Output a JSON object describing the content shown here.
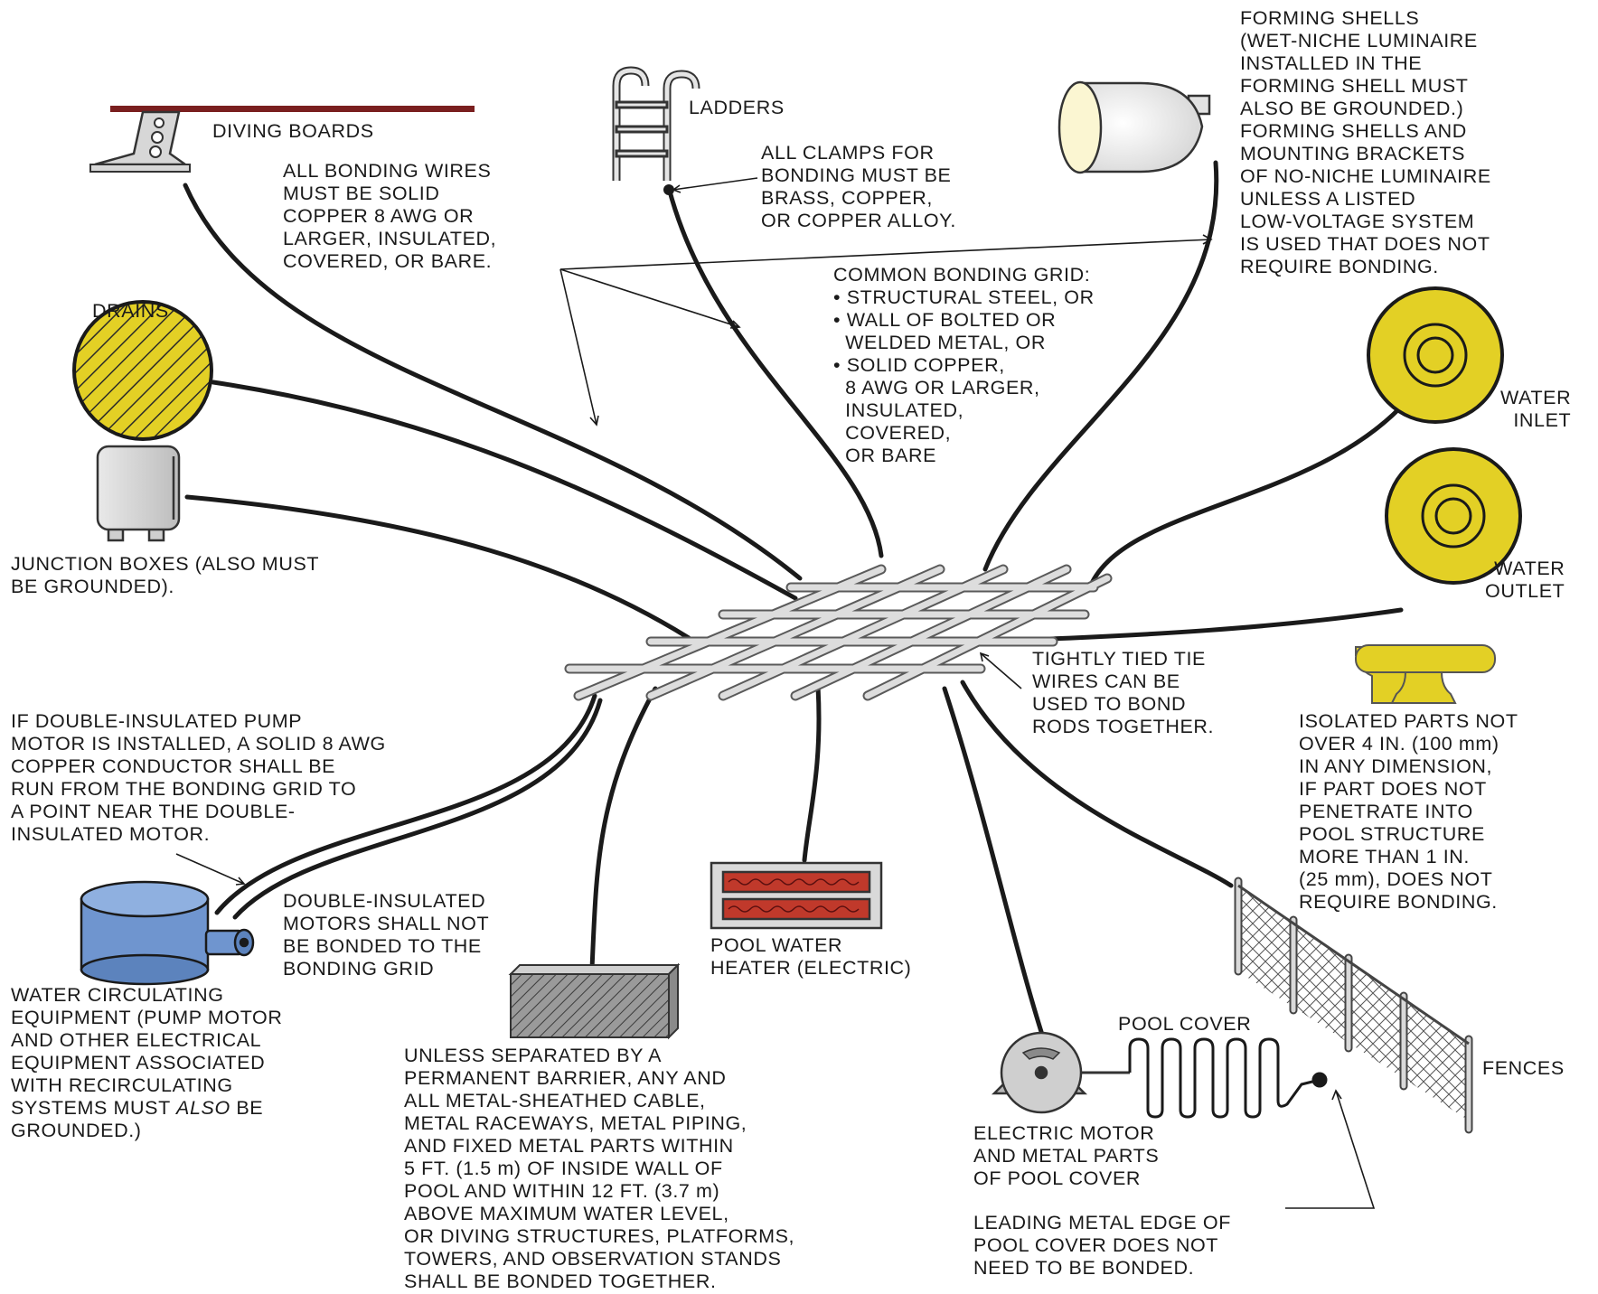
{
  "labels": {
    "diving_boards": [
      "DIVING BOARDS"
    ],
    "ladders": [
      "LADDERS"
    ],
    "forming_shells": [
      "FORMING SHELLS",
      "(WET-NICHE LUMINAIRE",
      "INSTALLED IN THE",
      "FORMING SHELL MUST",
      "ALSO BE GROUNDED.)",
      "FORMING SHELLS AND",
      "MOUNTING BRACKETS",
      "OF NO-NICHE LUMINAIRE",
      "UNLESS A LISTED",
      "LOW-VOLTAGE SYSTEM",
      "IS USED THAT DOES NOT",
      "REQUIRE BONDING."
    ],
    "bonding_wires": [
      "ALL BONDING WIRES",
      "MUST BE SOLID",
      "COPPER 8 AWG OR",
      "LARGER, INSULATED,",
      "COVERED, OR BARE."
    ],
    "clamps": [
      "ALL CLAMPS FOR",
      "BONDING MUST BE",
      "BRASS, COPPER,",
      "OR COPPER ALLOY."
    ],
    "common_grid": [
      "COMMON BONDING GRID:",
      "• STRUCTURAL STEEL, OR",
      "• WALL OF BOLTED OR",
      "  WELDED METAL, OR",
      "• SOLID COPPER,",
      "  8 AWG OR LARGER,",
      "  INSULATED,",
      "  COVERED,",
      "  OR BARE"
    ],
    "drains": [
      "DRAINS"
    ],
    "junction_boxes": [
      "JUNCTION BOXES (ALSO MUST",
      "BE GROUNDED)."
    ],
    "water_inlet": [
      "WATER",
      "INLET"
    ],
    "water_outlet": [
      "WATER",
      "OUTLET"
    ],
    "tie_wires": [
      "TIGHTLY TIED TIE",
      "WIRES CAN BE",
      "USED TO BOND",
      "RODS TOGETHER."
    ],
    "isolated_parts": [
      "ISOLATED PARTS NOT",
      "OVER 4 IN. (100 mm)",
      "IN ANY DIMENSION,",
      "IF PART DOES NOT",
      "PENETRATE INTO",
      "POOL STRUCTURE",
      "MORE THAN 1 IN.",
      "(25 mm), DOES NOT",
      "REQUIRE BONDING."
    ],
    "double_insulated_pump": [
      "IF DOUBLE-INSULATED PUMP",
      "MOTOR IS INSTALLED, A SOLID 8 AWG",
      "COPPER CONDUCTOR SHALL BE",
      "RUN FROM THE BONDING GRID TO",
      "A POINT NEAR THE DOUBLE-",
      "INSULATED MOTOR."
    ],
    "double_insulated_motors": [
      "DOUBLE-INSULATED",
      "MOTORS SHALL NOT",
      "BE BONDED TO THE",
      "BONDING GRID"
    ],
    "water_circulating": [
      "WATER CIRCULATING",
      "EQUIPMENT (PUMP MOTOR",
      "AND OTHER ELECTRICAL",
      "EQUIPMENT ASSOCIATED",
      "WITH RECIRCULATING"
    ],
    "water_circulating_tail": {
      "pre": "SYSTEMS MUST ",
      "em": "ALSO",
      "post": " BE",
      "last": "GROUNDED.)"
    },
    "pool_heater": [
      "POOL WATER",
      "HEATER (ELECTRIC)"
    ],
    "pool_cover": [
      "POOL COVER"
    ],
    "fences": [
      "FENCES"
    ],
    "unless_separated": [
      "UNLESS SEPARATED BY A",
      "PERMANENT BARRIER, ANY AND",
      "ALL METAL-SHEATHED CABLE,",
      "METAL RACEWAYS, METAL PIPING,",
      "AND FIXED METAL PARTS WITHIN",
      "5 FT. (1.5 m) OF INSIDE WALL OF",
      "POOL AND WITHIN 12 FT. (3.7 m)",
      "ABOVE MAXIMUM WATER LEVEL,",
      "OR DIVING STRUCTURES, PLATFORMS,",
      "TOWERS, AND OBSERVATION STANDS",
      "SHALL BE BONDED TOGETHER."
    ],
    "electric_motor": [
      "ELECTRIC MOTOR",
      "AND METAL PARTS",
      "OF POOL COVER"
    ],
    "leading_edge": [
      "LEADING METAL EDGE OF",
      "POOL COVER DOES NOT",
      "NEED TO BE BONDED."
    ]
  },
  "icons": [
    "diving-board-icon",
    "ladder-icon",
    "forming-shell-icon",
    "drain-icon",
    "junction-box-icon",
    "water-inlet-icon",
    "water-outlet-icon",
    "isolated-part-icon",
    "pump-motor-icon",
    "metal-block-icon",
    "heater-icon",
    "cover-motor-icon",
    "pool-cover-coil-icon",
    "fence-icon",
    "bonding-grid-icon"
  ],
  "colors": {
    "wire": "#1a1a1a",
    "rod": "#d9d9d9",
    "yellow": "#e3d025",
    "pump_blue": "#6f95cf",
    "heater_red": "#c0392b",
    "diving_board": "#7a1f1f",
    "shell": "#fbf6d2"
  }
}
